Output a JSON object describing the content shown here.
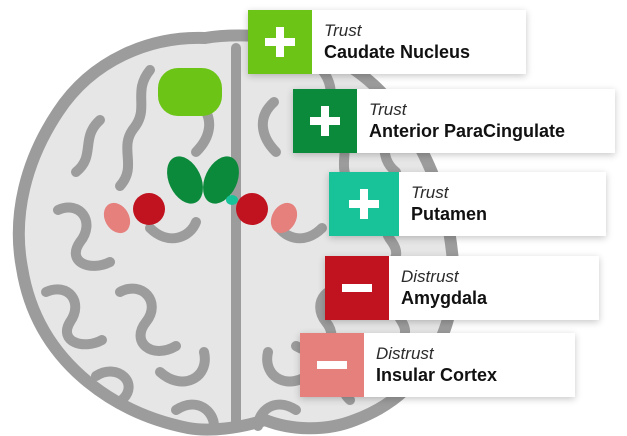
{
  "cards": [
    {
      "category": "Trust",
      "region": "Caudate Nucleus",
      "sign": "plus",
      "color": "#6cc417"
    },
    {
      "category": "Trust",
      "region": "Anterior ParaCingulate",
      "sign": "plus",
      "color": "#0c8a3c"
    },
    {
      "category": "Trust",
      "region": "Putamen",
      "sign": "plus",
      "color": "#19c39a"
    },
    {
      "category": "Distrust",
      "region": "Amygdala",
      "sign": "minus",
      "color": "#c1121f"
    },
    {
      "category": "Distrust",
      "region": "Insular Cortex",
      "sign": "minus",
      "color": "#e5807d"
    }
  ],
  "brain_color": "#e6e6e6",
  "fold_color": "#9c9c9c"
}
